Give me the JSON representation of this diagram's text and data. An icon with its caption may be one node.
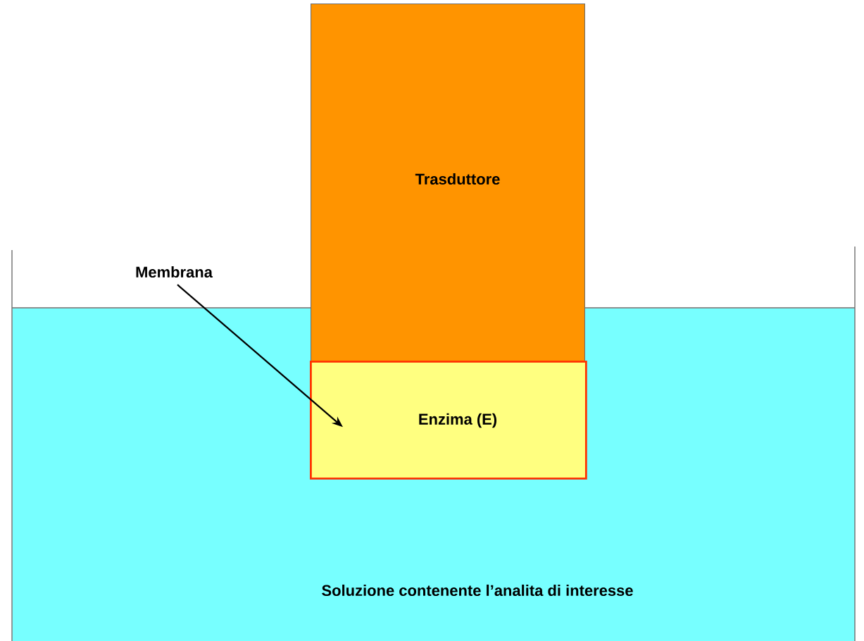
{
  "diagram": {
    "nodes": [
      {
        "text": [
          "Soluzione contenente l’analita di interesse"
        ]
      },
      {
        "text": [
          "Trasduttore"
        ]
      },
      {
        "text": [
          "Enzima (E)"
        ],
        "in": 0
      },
      {
        "text": [
          "Membrana"
        ]
      }
    ],
    "edges": [
      {
        "from": 3,
        "to": 2,
        "arrow": "to"
      }
    ]
  }
}
